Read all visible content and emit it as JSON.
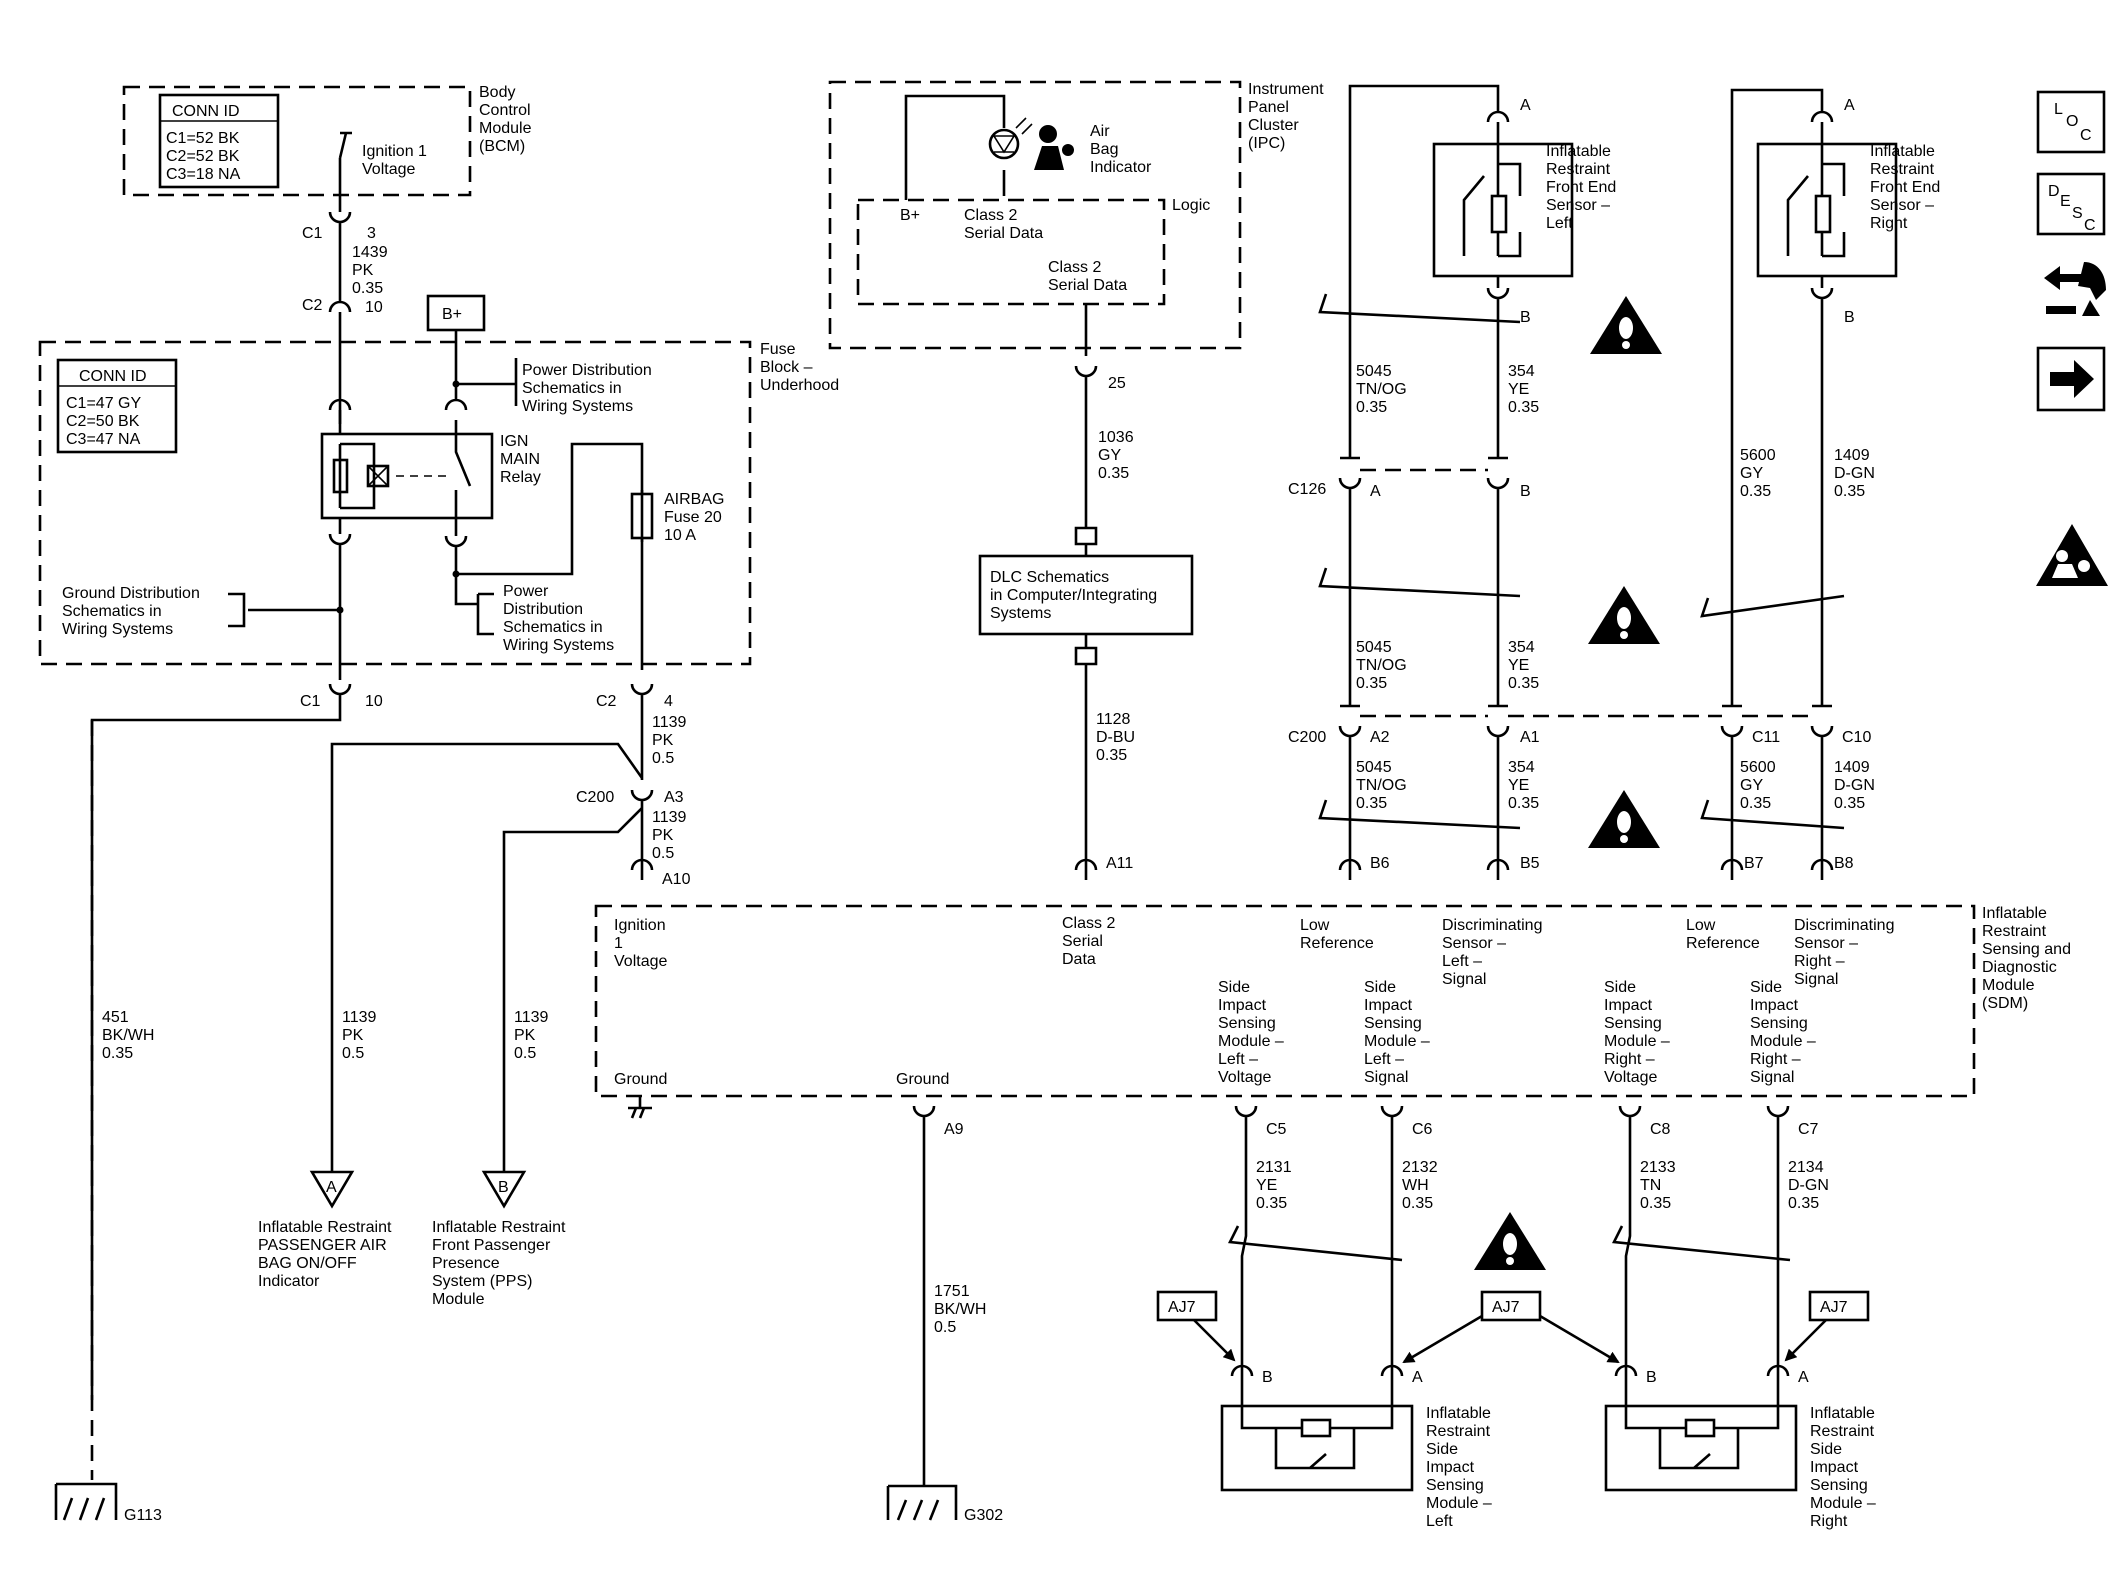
{
  "bcm": {
    "conn_title": "CONN ID",
    "conn_lines": [
      "C1=52 BK",
      "C2=52 BK",
      "C3=18 NA"
    ],
    "name_lines": [
      "Body",
      "Control",
      "Module",
      "(BCM)"
    ],
    "switch_label": [
      "Ignition 1",
      "Voltage"
    ]
  },
  "bcm_wire": {
    "top_conn": "C1",
    "top_pin": "3",
    "wire_lines": [
      "1439",
      "PK",
      "0.35"
    ],
    "bot_conn": "C2",
    "bot_pin": "10"
  },
  "fuse_block": {
    "conn_title": "CONN ID",
    "conn_lines": [
      "C1=47 GY",
      "C2=50 BK",
      "C3=47 NA"
    ],
    "name_lines": [
      "Fuse",
      "Block –",
      "Underhood"
    ],
    "battery": "B+",
    "power_dist_top": [
      "Power Distribution",
      "Schematics in",
      "Wiring Systems"
    ],
    "relay_label": [
      "IGN",
      "MAIN",
      "Relay"
    ],
    "fuse_label": [
      "AIRBAG",
      "Fuse 20",
      "10 A"
    ],
    "ground_dist": [
      "Ground Distribution",
      "Schematics in",
      "Wiring Systems"
    ],
    "power_dist_bottom": [
      "Power",
      "Distribution",
      "Schematics in",
      "Wiring Systems"
    ]
  },
  "fuse_outputs": {
    "c1_conn": "C1",
    "c1_pin": "10",
    "c2_conn": "C2",
    "c2_pin": "4",
    "w1139a": [
      "1139",
      "PK",
      "0.5"
    ],
    "c200_conn": "C200",
    "c200_pin": "A3",
    "w1139b": [
      "1139",
      "PK",
      "0.5"
    ],
    "sdm_pin": "A10"
  },
  "ground_g113": {
    "wire_lines": [
      "451",
      "BK/WH",
      "0.35"
    ],
    "ground": "G113"
  },
  "branch_a": {
    "wire_lines": [
      "1139",
      "PK",
      "0.5"
    ],
    "ref": "A",
    "dest": [
      "Inflatable Restraint",
      "PASSENGER AIR",
      "BAG ON/OFF",
      "Indicator"
    ]
  },
  "branch_b": {
    "wire_lines": [
      "1139",
      "PK",
      "0.5"
    ],
    "ref": "B",
    "dest": [
      "Inflatable Restraint",
      "Front Passenger",
      "Presence",
      "System (PPS)",
      "Module"
    ]
  },
  "ipc": {
    "name_lines": [
      "Instrument",
      "Panel",
      "Cluster",
      "(IPC)"
    ],
    "indicator": [
      "Air",
      "Bag",
      "Indicator"
    ],
    "bplus": "B+",
    "serial_a": [
      "Class 2",
      "Serial Data"
    ],
    "logic": "Logic",
    "serial_b": [
      "Class 2",
      "Serial Data"
    ],
    "pin": "25",
    "wire_lines": [
      "1036",
      "GY",
      "0.35"
    ]
  },
  "dlc": {
    "lines": [
      "DLC Schematics",
      "in Computer/Integrating",
      "Systems"
    ],
    "wire_lines": [
      "1128",
      "D-BU",
      "0.35"
    ],
    "sdm_pin": "A11"
  },
  "front_left": {
    "pin_top": "A",
    "pin_bot": "B",
    "label": [
      "Inflatable",
      "Restraint",
      "Front End",
      "Sensor –",
      "Left"
    ],
    "w5045a": [
      "5045",
      "TN/OG",
      "0.35"
    ],
    "w354a": [
      "354",
      "YE",
      "0.35"
    ],
    "c126": "C126",
    "c126_a": "A",
    "c126_b": "B",
    "w5045b": [
      "5045",
      "TN/OG",
      "0.35"
    ],
    "w354b": [
      "354",
      "YE",
      "0.35"
    ],
    "c200": "C200",
    "c200_a2": "A2",
    "c200_a1": "A1",
    "w5045c": [
      "5045",
      "TN/OG",
      "0.35"
    ],
    "w354c": [
      "354",
      "YE",
      "0.35"
    ],
    "sdm_b6": "B6",
    "sdm_b5": "B5"
  },
  "front_right": {
    "pin_top": "A",
    "pin_bot": "B",
    "label": [
      "Inflatable",
      "Restraint",
      "Front End",
      "Sensor –",
      "Right"
    ],
    "w5600a": [
      "5600",
      "GY",
      "0.35"
    ],
    "w1409a": [
      "1409",
      "D-GN",
      "0.35"
    ],
    "c11": "C11",
    "c10": "C10",
    "w5600b": [
      "5600",
      "GY",
      "0.35"
    ],
    "w1409b": [
      "1409",
      "D-GN",
      "0.35"
    ],
    "sdm_b7": "B7",
    "sdm_b8": "B8"
  },
  "sdm": {
    "name_lines": [
      "Inflatable",
      "Restraint",
      "Sensing and",
      "Diagnostic",
      "Module",
      "(SDM)"
    ],
    "ign": [
      "Ignition",
      "1",
      "Voltage"
    ],
    "class2": [
      "Class 2",
      "Serial",
      "Data"
    ],
    "low_ref_l": [
      "Low",
      "Reference"
    ],
    "disc_l": [
      "Discriminating",
      "Sensor –",
      "Left –",
      "Signal"
    ],
    "low_ref_r": [
      "Low",
      "Reference"
    ],
    "disc_r": [
      "Discriminating",
      "Sensor –",
      "Right –",
      "Signal"
    ],
    "ground1": "Ground",
    "ground2": "Ground",
    "sism_l_v": [
      "Side",
      "Impact",
      "Sensing",
      "Module –",
      "Left –",
      "Voltage"
    ],
    "sism_l_s": [
      "Side",
      "Impact",
      "Sensing",
      "Module –",
      "Left –",
      "Signal"
    ],
    "sism_r_v": [
      "Side",
      "Impact",
      "Sensing",
      "Module –",
      "Right –",
      "Voltage"
    ],
    "sism_r_s": [
      "Side",
      "Impact",
      "Sensing",
      "Module –",
      "Right –",
      "Signal"
    ]
  },
  "g302": {
    "pin": "A9",
    "wire_lines": [
      "1751",
      "BK/WH",
      "0.5"
    ],
    "ground": "G302"
  },
  "side_left": {
    "c5": "C5",
    "c6": "C6",
    "w2131": [
      "2131",
      "YE",
      "0.35"
    ],
    "w2132": [
      "2132",
      "WH",
      "0.35"
    ],
    "pin_b": "B",
    "pin_a": "A",
    "label": [
      "Inflatable",
      "Restraint",
      "Side",
      "Impact",
      "Sensing",
      "Module –",
      "Left"
    ]
  },
  "side_right": {
    "c8": "C8",
    "c7": "C7",
    "w2133": [
      "2133",
      "TN",
      "0.35"
    ],
    "w2134": [
      "2134",
      "D-GN",
      "0.35"
    ],
    "pin_b": "B",
    "pin_a": "A",
    "label": [
      "Inflatable",
      "Restraint",
      "Side",
      "Impact",
      "Sensing",
      "Module –",
      "Right"
    ]
  },
  "aj7": {
    "left": "AJ7",
    "center": "AJ7",
    "right": "AJ7"
  },
  "sidebar_icons": {
    "loc": [
      "L",
      "O",
      "C"
    ],
    "desc": [
      "D",
      "E",
      "S",
      "C"
    ]
  }
}
